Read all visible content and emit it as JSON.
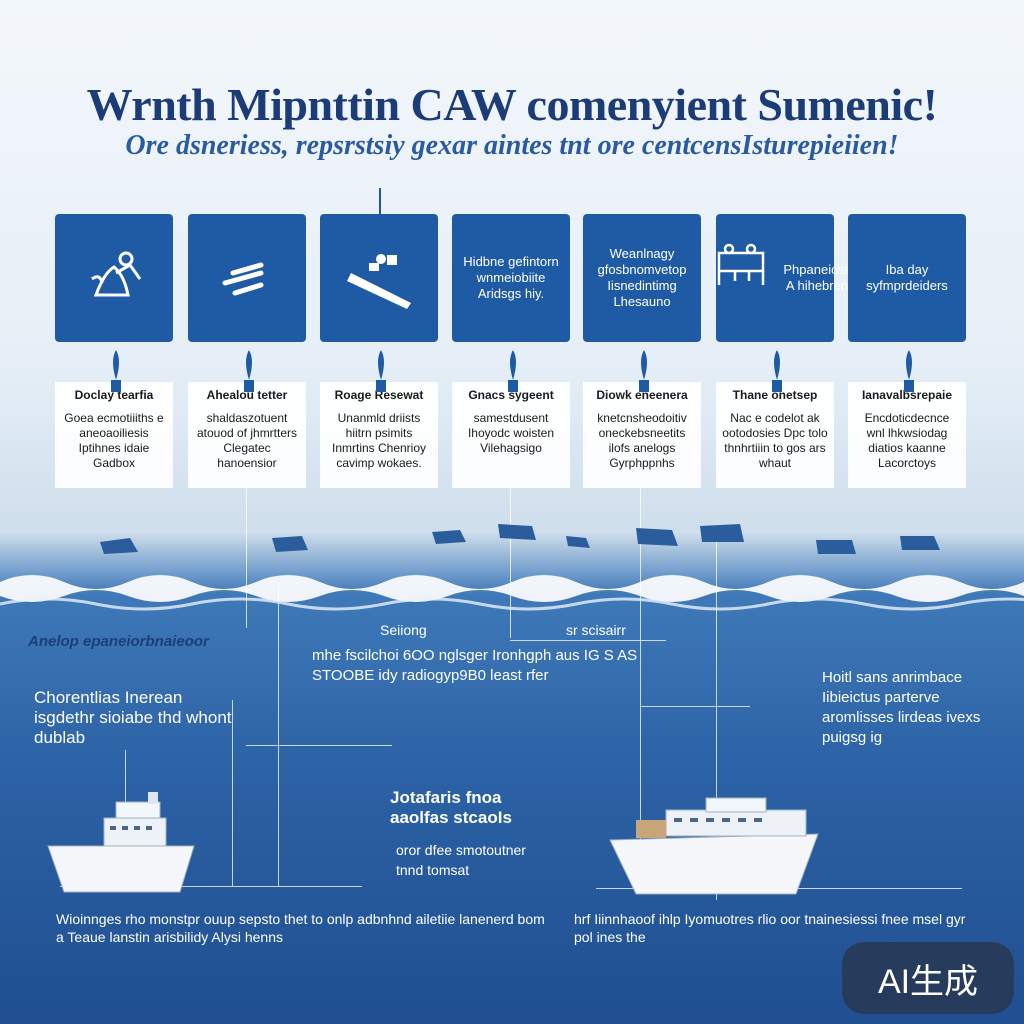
{
  "header": {
    "title": "Wrnth Mipnttin CAW comenyient Sumenic!",
    "subtitle": "Ore dsneriess, repsrstsiy gexar aintes tnt ore centcensIsturepieiien!"
  },
  "tiles": [
    {
      "icon": "worker-icon",
      "text": ""
    },
    {
      "icon": "wind-lines-icon",
      "text": ""
    },
    {
      "icon": "cargo-ramp-icon",
      "text": ""
    },
    {
      "icon": "",
      "text": "Hidbne gefintorn wnmeiobiite Aridsgs hiy."
    },
    {
      "icon": "",
      "text": "Weanlnagy gfosbnomvetop Iisnedintimg Lhesauno"
    },
    {
      "icon": "crew-icon",
      "text": "Phpaneicss A hihebren"
    },
    {
      "icon": "",
      "text": "Iba day syfmprdeiders"
    }
  ],
  "cards": [
    {
      "heading": "Doclay tearfia",
      "body": "Goea ecmotiiiths e aneoaoiliesis Iptihnes idaie Gadbox"
    },
    {
      "heading": "Ahealou tetter",
      "body": "shaldaszotuent atouod of jhmrtters Clegatec hanoensior"
    },
    {
      "heading": "Roage Resewat",
      "body": "Unanmld driists hiitrn psimits Inmrtins Chenrioy cavimp wokaes."
    },
    {
      "heading": "Gnacs sygeent",
      "body": "samestdusent Ihoyodc woisten Vilehagsigo"
    },
    {
      "heading": "Diowk eneenera",
      "body": "knetcnsheodoitiv oneckebsneetits ilofs anelogs Gyrphppnhs"
    },
    {
      "heading": "Thane onetsep",
      "body": "Nac e codelot ak ootodosies Dpc tolo thnhrtiiin to gos ars whaut"
    },
    {
      "heading": "Ianavalbsrepaie",
      "body": "Encdoticdecnce wnl lhkwsiodag diatios kaanne Lacorctoys"
    }
  ],
  "notes": {
    "left_top": "Anelop epaneiorbnaieoor",
    "left_mid": "Chorentlias Inerean isgdethr sioiabe thd whont dublab",
    "center_label": "Seiiong",
    "center_label2": "sr scisairr",
    "center_mid": "mhe fscilchoi 6OO nglsger Ironhgph aus IG S AS STOOBE idy radiogyp9B0 least rfer",
    "right_mid": "Hoitl sans anrimbace Iibieictus parterve aromlisses lirdeas ivexs puigsg ig",
    "center_lower": "Jotafaris fnoa aaolfas stcaoIs",
    "center_lower2": "oror dfee smotoutner tnnd tomsat",
    "bottom_left": "Wioinnges rho monstpr ouup sepsto thet to onlp adbnhnd ailetiie lanenerd bom a Teaue lanstin arisbilidy Alysi henns",
    "bottom_right": "hrf Iiinnhaoof ihlp Iyomuotres rlio oor tnainesiessi fnee msel gyr pol ines the"
  },
  "badge": {
    "label": "AI生成"
  },
  "colors": {
    "tile": "#1f5ba4",
    "title": "#1c3c78",
    "subtitle": "#2a5aa0"
  }
}
